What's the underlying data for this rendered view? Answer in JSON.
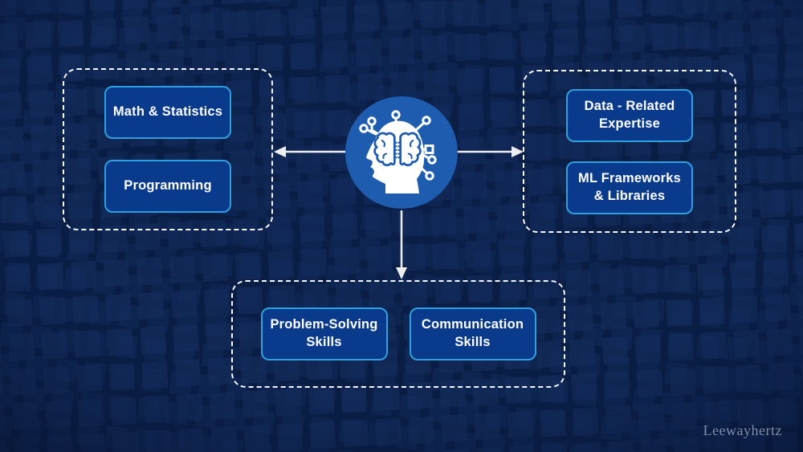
{
  "colors": {
    "background": "#0a1d44",
    "background_dark": "#071634",
    "pattern_square_light": "#152d5e",
    "pattern_square_dim": "#0e2652",
    "group_border": "#f5f7fa",
    "box_fill": "#0a3a8c",
    "box_border": "#2e9fe0",
    "box_text": "#ffffff",
    "circle_fill": "#1e5cb0",
    "icon_glyph": "#ffffff",
    "arrow": "#eeeeee",
    "watermark": "#93a1bc"
  },
  "center_icon": {
    "name": "head-brain-circuit-icon"
  },
  "groups": [
    {
      "id": "left",
      "boxes": [
        {
          "label": "Math & Statistics"
        },
        {
          "label": "Programming"
        }
      ]
    },
    {
      "id": "right",
      "boxes": [
        {
          "label": "Data - Related Expertise"
        },
        {
          "label": "ML Frameworks & Libraries"
        }
      ]
    },
    {
      "id": "bottom",
      "boxes": [
        {
          "label": "Problem-Solving Skills"
        },
        {
          "label": "Communication Skills"
        }
      ]
    }
  ],
  "arrows": [
    {
      "direction": "left"
    },
    {
      "direction": "right"
    },
    {
      "direction": "down"
    }
  ],
  "watermark": {
    "text": "Leewayhertz"
  }
}
